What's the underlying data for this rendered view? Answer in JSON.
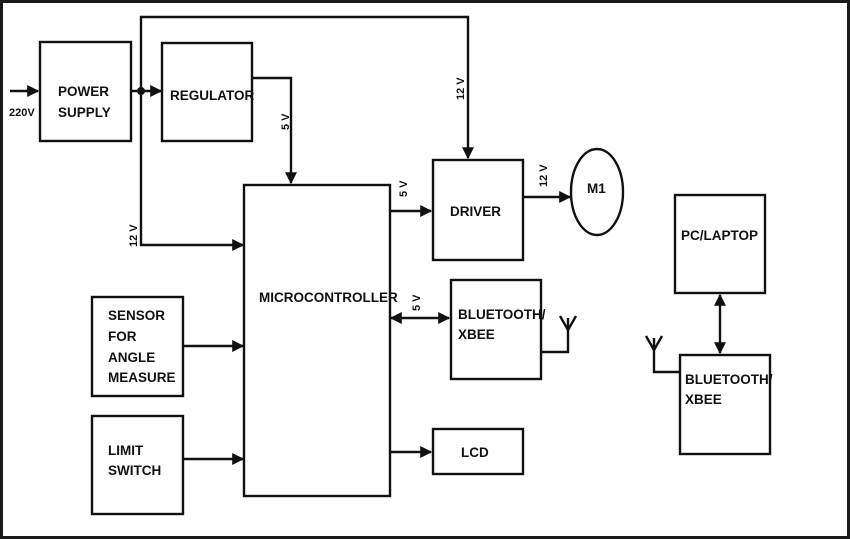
{
  "blocks": {
    "power_supply": [
      "POWER",
      "SUPPLY"
    ],
    "regulator": "REGULATOR",
    "microcontroller": "MICROCONTROLLER",
    "driver": "DRIVER",
    "motor": "M1",
    "sensor": [
      "SENSOR",
      "FOR",
      "ANGLE",
      "MEASURE"
    ],
    "limit_switch": [
      "LIMIT",
      "SWITCH"
    ],
    "bluetooth_left": [
      "BLUETOOTH/",
      "XBEE"
    ],
    "lcd": "LCD",
    "pc_laptop": "PC/LAPTOP",
    "bluetooth_right": [
      "BLUETOOTH/",
      "XBEE"
    ]
  },
  "input_label": "220V",
  "voltages": {
    "top_bus": "12 V",
    "regulator_out": "5 V",
    "mc_supply": "12 V",
    "mc_to_driver": "5 V",
    "driver_to_motor": "12 V",
    "mc_to_bluetooth": "5 V"
  },
  "colors": {
    "ink": "#111111",
    "background": "#ffffff",
    "frame": "#1a1a1a"
  }
}
